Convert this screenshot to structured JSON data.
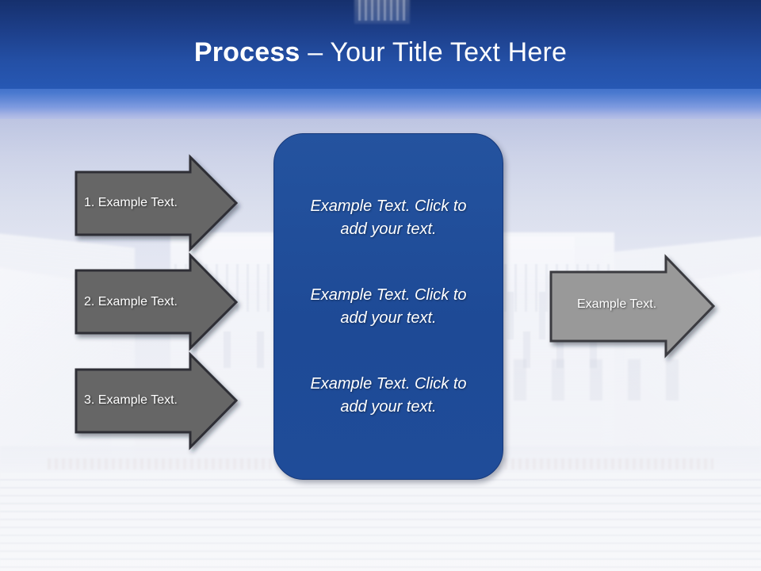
{
  "slide": {
    "title_bold": "Process",
    "title_rest": " – Your Title Text Here",
    "background_description": "Faded photograph of the United States Capitol building with steps",
    "colors": {
      "header_top": "#16306d",
      "header_bottom": "#2a5dbd",
      "center_box": "#1f4c99",
      "input_arrow_fill": "#666666",
      "output_arrow_fill": "#999999",
      "arrow_outline": "#333333",
      "text_light": "#ffffff"
    }
  },
  "input_arrows": [
    {
      "label": "1. Example Text."
    },
    {
      "label": "2. Example Text."
    },
    {
      "label": "3. Example Text."
    }
  ],
  "center_box": {
    "paragraphs": [
      "Example Text. Click  to add your text.",
      "Example Text. Click  to add your text.",
      "Example Text. Click  to add your text."
    ]
  },
  "output_arrow": {
    "label": "Example Text."
  }
}
